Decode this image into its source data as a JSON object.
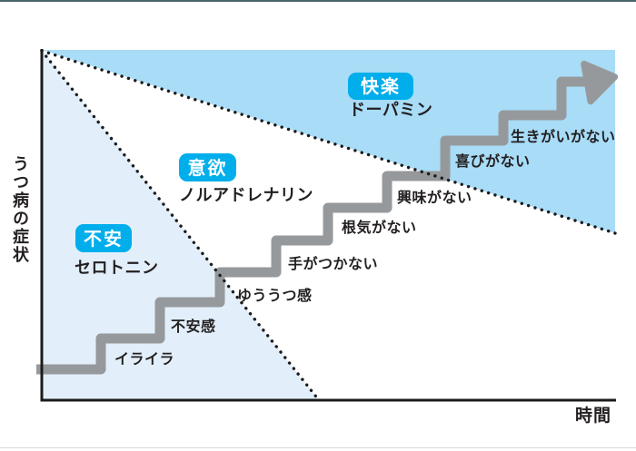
{
  "title_context": "depression-symptoms-over-time-diagram",
  "axes": {
    "y_label": "うつ病の症状",
    "x_label": "時間"
  },
  "stages": [
    {
      "label": "不安",
      "substance": "セロトニン"
    },
    {
      "label": "意欲",
      "substance": "ノルアドレナリン"
    },
    {
      "label": "快楽",
      "substance": "ドーパミン"
    }
  ],
  "steps": [
    "イライラ",
    "不安感",
    "ゆううつ感",
    "手がつかない",
    "根気がない",
    "興味がない",
    "喜びがない",
    "生きがいがない"
  ],
  "colors": {
    "badge_blue": "#00aeeb",
    "region_top_blue": "#a8dcf7",
    "region_left_blue": "#e2effa",
    "staircase_gray": "#96999c",
    "line_black": "#1b1b1b",
    "text": "#231f20",
    "top_border": "#4a646e",
    "bottom_border": "#d8dcdf"
  }
}
